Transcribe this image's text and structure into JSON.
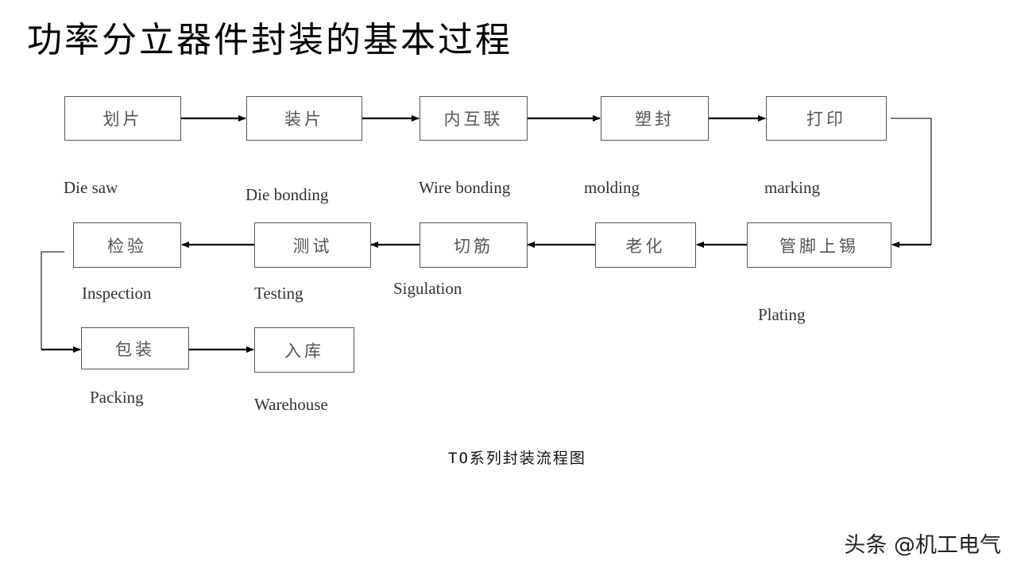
{
  "title": "功率分立器件封装的基本过程",
  "steps": [
    {
      "zh": "划片",
      "en": "Die saw"
    },
    {
      "zh": "装片",
      "en": "Die bonding"
    },
    {
      "zh": "内互联",
      "en": "Wire bonding"
    },
    {
      "zh": "塑封",
      "en": "molding"
    },
    {
      "zh": "打印",
      "en": "marking"
    },
    {
      "zh": "管脚上锡",
      "en": "Plating"
    },
    {
      "zh": "老化",
      "en": ""
    },
    {
      "zh": "切筋",
      "en": "Sigulation"
    },
    {
      "zh": "测试",
      "en": "Testing"
    },
    {
      "zh": "检验",
      "en": "Inspection"
    },
    {
      "zh": "包装",
      "en": "Packing"
    },
    {
      "zh": "入库",
      "en": "Warehouse"
    }
  ],
  "caption": "TO系列封装流程图",
  "watermark": "头条 @机工电气"
}
